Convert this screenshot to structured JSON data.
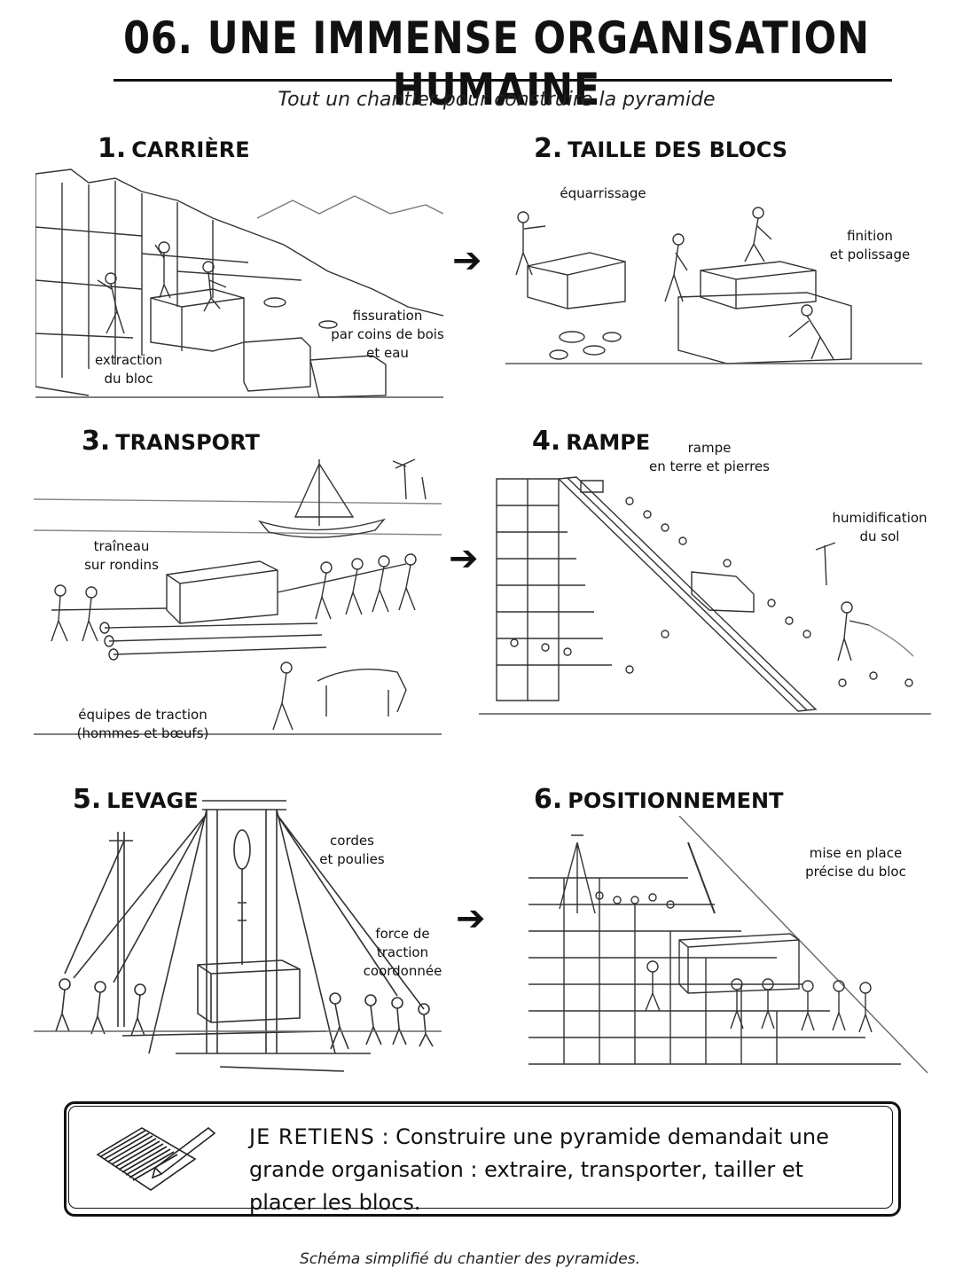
{
  "header": {
    "title": "06. UNE IMMENSE ORGANISATION HUMAINE",
    "subtitle": "Tout un chantier pour construire la pyramide"
  },
  "steps": [
    {
      "number": "1.",
      "label": "CARRIÈRE",
      "annotations": [
        "extraction\ndu bloc",
        "fissuration\npar coins de bois\net eau"
      ]
    },
    {
      "number": "2.",
      "label": "TAILLE DES BLOCS",
      "annotations": [
        "équarrissage",
        "finition\net polissage"
      ]
    },
    {
      "number": "3.",
      "label": "TRANSPORT",
      "annotations": [
        "traîneau\nsur rondins",
        "équipes de traction\n(hommes et bœufs)"
      ]
    },
    {
      "number": "4.",
      "label": "RAMPE",
      "annotations": [
        "rampe\nen terre et pierres",
        "humidification\ndu sol"
      ]
    },
    {
      "number": "5.",
      "label": "LEVAGE",
      "annotations": [
        "cordes\net poulies",
        "force de\ntraction\ncoordonnée"
      ]
    },
    {
      "number": "6.",
      "label": "POSITIONNEMENT",
      "annotations": [
        "mise en place\nprécise du bloc"
      ]
    }
  ],
  "flow_arrow": "➔",
  "retiens": {
    "keyword": "JE RETIENS",
    "text": " : Construire une pyramide demandait une grande organisation : extraire, transporter, tailler et placer les blocs."
  },
  "icons": {
    "notebook": "notebook-pencil-icon"
  },
  "caption": "Schéma simplifié du chantier des pyramides."
}
